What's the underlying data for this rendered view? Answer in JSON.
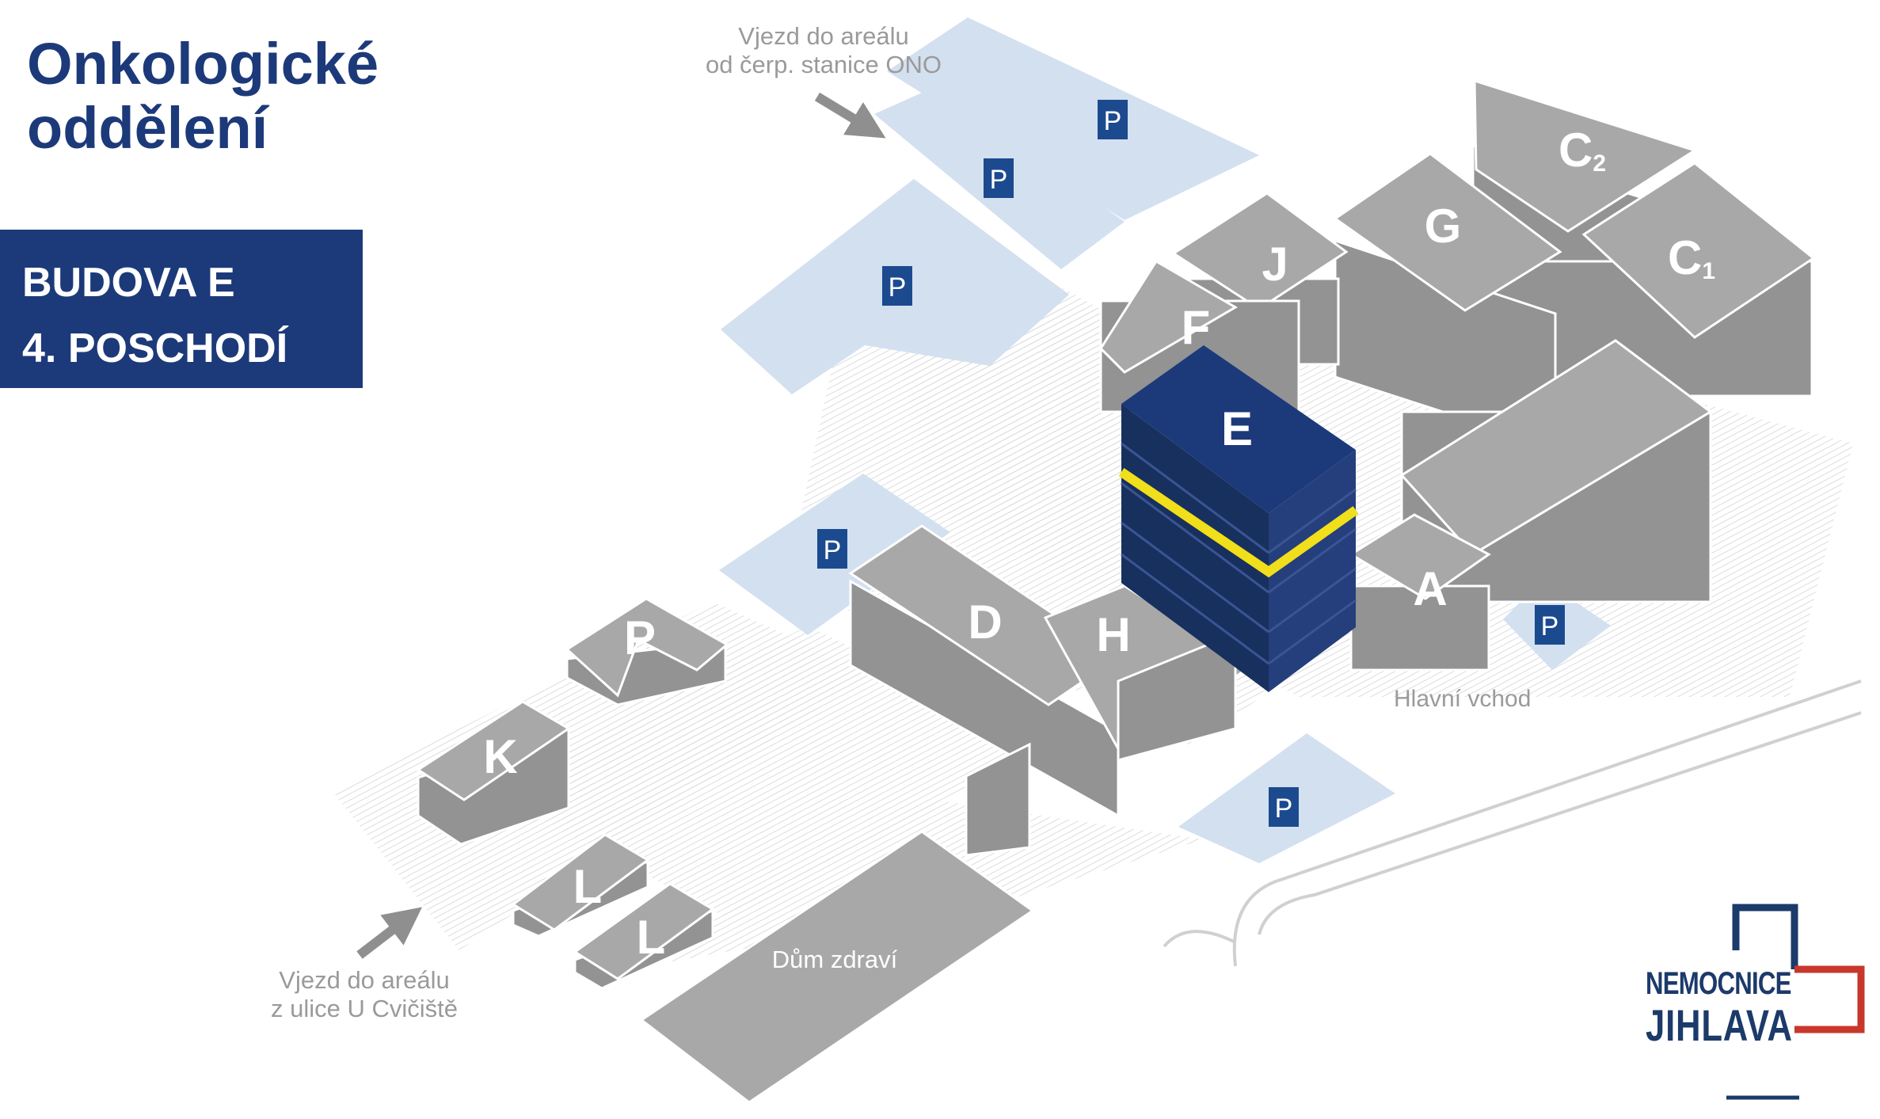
{
  "title": {
    "line1": "Onkologické",
    "line2": "oddělení"
  },
  "badge": {
    "line1": "BUDOVA E",
    "line2": "4. POSCHODÍ"
  },
  "entrances": {
    "north": {
      "line1": "Vjezd do areálu",
      "line2": "od čerp. stanice ONO"
    },
    "south": {
      "line1": "Vjezd do areálu",
      "line2": "z ulice U Cvičiště"
    },
    "main": "Hlavní vchod"
  },
  "buildings": {
    "C2_letter": "C",
    "C2_sub": "2",
    "C1_letter": "C",
    "C1_sub": "1",
    "G": "G",
    "J": "J",
    "F": "F",
    "E": "E",
    "A": "A",
    "D": "D",
    "H": "H",
    "P": "P",
    "K": "K",
    "L1": "L",
    "L2": "L",
    "dum": "Dům zdraví"
  },
  "parking_label": "P",
  "highlight": {
    "building": "E",
    "floor": 4
  },
  "logo": {
    "line1": "NEMOCNICE",
    "line2": "JIHLAVA"
  },
  "colors": {
    "navy": "#1c3a7a",
    "highlight": "#f0df1a",
    "building": "#a8a8a8",
    "parking": "#d3e0ef",
    "logo_blue": "#1c3a6a",
    "logo_red": "#c8372b"
  },
  "icons": [
    "arrow-icon",
    "parking-icon",
    "logo-mark-icon"
  ]
}
